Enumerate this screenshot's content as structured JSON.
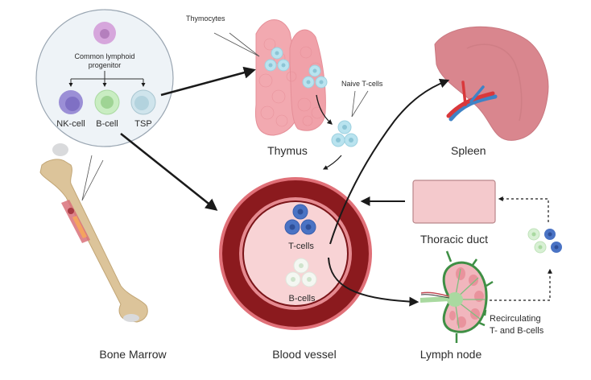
{
  "title": "Lymphocyte development and recirculation",
  "bone_marrow": {
    "label": "Bone Marrow",
    "progenitor_label_line1": "Common lymphoid",
    "progenitor_label_line2": "progenitor",
    "cells": [
      {
        "label": "NK-cell",
        "color": "#9b8fd6"
      },
      {
        "label": "B-cell",
        "color": "#b9e6b0"
      },
      {
        "label": "TSP",
        "color": "#bcd9e3"
      }
    ],
    "progenitor_color": "#d6a6dc"
  },
  "thymus": {
    "label": "Thymus",
    "thymocytes_label": "Thymocytes",
    "naive_label": "Naive T-cells",
    "color": "#f2a9b0"
  },
  "spleen": {
    "label": "Spleen",
    "color": "#d9868e"
  },
  "blood_vessel": {
    "label": "Blood vessel",
    "t_cells_label": "T-cells",
    "b_cells_label": "B-cells",
    "wall_color": "#8b1a1e",
    "lumen_color": "#f8d3d5"
  },
  "thoracic_duct": {
    "label": "Thoracic duct",
    "color": "#f4c9cc"
  },
  "lymph_node": {
    "label": "Lymph node",
    "recirc_line1": "Recirculating",
    "recirc_line2": "T- and B-cells",
    "color": "#3f8f45"
  },
  "colors": {
    "t_cell": "#4a73c4",
    "b_cell": "#f4f7f2",
    "thymocyte": "#b9e3ef",
    "arrow": "#1a1a1a"
  }
}
